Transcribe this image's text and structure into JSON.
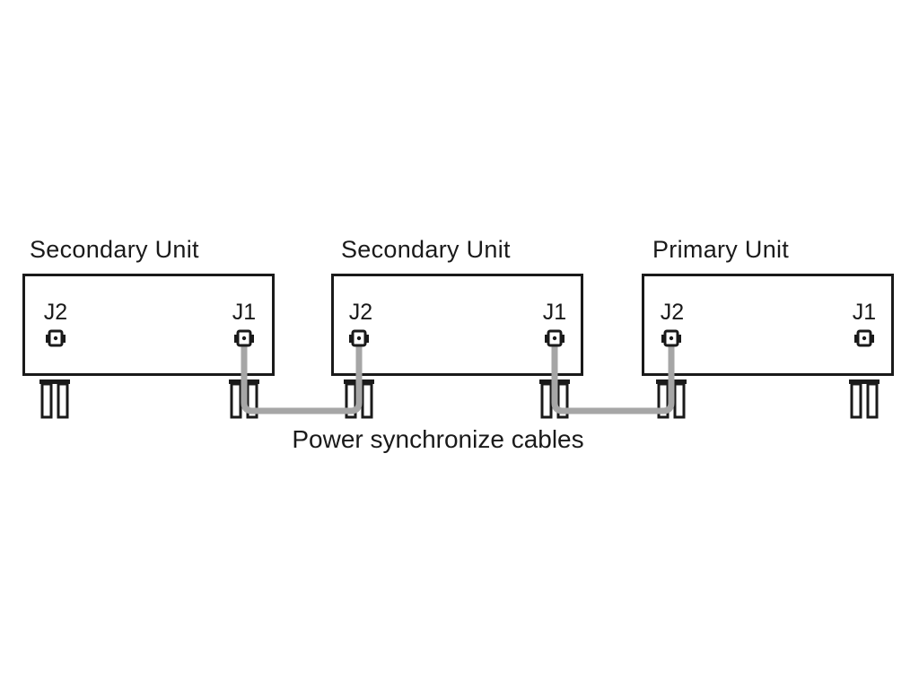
{
  "units": [
    {
      "name": "Secondary Unit",
      "connectors": [
        {
          "label": "J2"
        },
        {
          "label": "J1"
        }
      ]
    },
    {
      "name": "Secondary Unit",
      "connectors": [
        {
          "label": "J2"
        },
        {
          "label": "J1"
        }
      ]
    },
    {
      "name": "Primary Unit",
      "connectors": [
        {
          "label": "J2"
        },
        {
          "label": "J1"
        }
      ]
    }
  ],
  "caption": "Power synchronize cables",
  "cables": [
    {
      "from_unit": 0,
      "from_port": "J1",
      "to_unit": 1,
      "to_port": "J2"
    },
    {
      "from_unit": 1,
      "from_port": "J1",
      "to_unit": 2,
      "to_port": "J2"
    }
  ],
  "colors": {
    "line": "#1a1a1a",
    "cable": "#a6a6a6",
    "background": "#ffffff"
  }
}
